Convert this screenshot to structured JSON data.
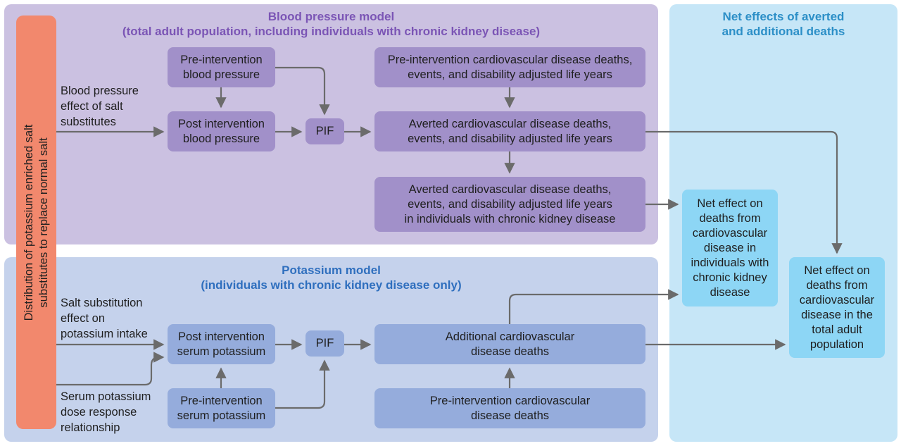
{
  "colors": {
    "blood_pressure_panel": "#cbc1e1",
    "blood_pressure_box": "#a190c9",
    "potassium_panel": "#c5d2ec",
    "potassium_box": "#95acdc",
    "net_panel": "#c6e6f7",
    "net_box": "#8dd6f5",
    "distribution_bar": "#f2886d",
    "arrow": "#6b6b6b"
  },
  "panels": {
    "blood_pressure": {
      "title_line1": "Blood pressure model",
      "title_line2": "(total adult population, including individuals with chronic kidney disease)"
    },
    "potassium": {
      "title_line1": "Potassium model",
      "title_line2": "(individuals with chronic kidney disease only)"
    },
    "net": {
      "title_line1": "Net effects of averted",
      "title_line2": "and additional deaths"
    }
  },
  "distribution": {
    "line1": "Distribution of potassium enriched salt",
    "line2": "substitutes to replace normal salt"
  },
  "inputs": {
    "bp_effect": [
      "Blood pressure",
      "effect of salt",
      "substitutes"
    ],
    "potassium_intake_effect": [
      "Salt substitution",
      "effect on",
      "potassium intake"
    ],
    "dose_response": [
      "Serum potassium",
      "dose response",
      "relationship"
    ]
  },
  "bp_boxes": {
    "pre_bp": [
      "Pre-intervention",
      "blood pressure"
    ],
    "post_bp": [
      "Post intervention",
      "blood pressure"
    ],
    "pif": [
      "PIF"
    ],
    "pre_cvd": [
      "Pre-intervention cardiovascular disease deaths,",
      "events, and disability adjusted life years"
    ],
    "averted_cvd": [
      "Averted cardiovascular disease deaths,",
      "events, and disability adjusted life years"
    ],
    "averted_cvd_ckd": [
      "Averted cardiovascular disease deaths,",
      "events, and disability adjusted life years",
      "in individuals with chronic kidney disease"
    ]
  },
  "k_boxes": {
    "post_k": [
      "Post intervention",
      "serum potassium"
    ],
    "pre_k": [
      "Pre-intervention",
      "serum potassium"
    ],
    "pif": [
      "PIF"
    ],
    "additional_cvd": [
      "Additional cardiovascular",
      "disease deaths"
    ],
    "pre_cvd_deaths": [
      "Pre-intervention cardiovascular",
      "disease deaths"
    ]
  },
  "net_boxes": {
    "net_ckd": [
      "Net effect on",
      "deaths from",
      "cardiovascular",
      "disease in",
      "individuals with",
      "chronic kidney",
      "disease"
    ],
    "net_total": [
      "Net effect on",
      "deaths from",
      "cardiovascular",
      "disease in the",
      "total adult",
      "population"
    ]
  }
}
